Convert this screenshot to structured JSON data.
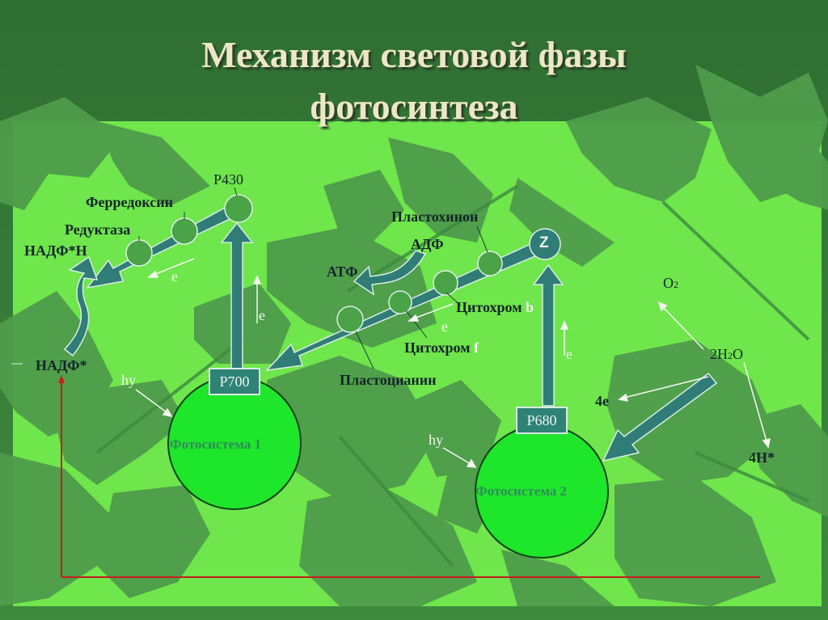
{
  "title": {
    "line1": "Механизм световой фазы",
    "line2": "фотосинтеза"
  },
  "labels": {
    "p430": "P430",
    "ferredoxin": "Ферредоксин",
    "reductase": "Редуктаза",
    "nadph": "НАДФ*Н",
    "nadp": "НАДФ*",
    "plastoquinone": "Пластохинон",
    "adp": "АДФ",
    "atp": "АТФ",
    "z": "Z",
    "o2_base": "O",
    "o2_sub": "2",
    "cytochrome_b_main": "Цитохром",
    "cytochrome_b_letter": "b",
    "cytochrome_f_main": "Цитохром",
    "cytochrome_f_letter": "f",
    "plastocyanin": "Пластоцианин",
    "h2o_pre": "2H",
    "h2o_sub": "2",
    "h2o_post": "O",
    "four_e": "4e",
    "four_h": "4H*",
    "hv1": "hy",
    "hv2": "hy",
    "e1": "e",
    "e2": "e",
    "e3": "e",
    "e4": "e"
  },
  "boxes": {
    "p700": "P700",
    "p680": "P680"
  },
  "photosystems": {
    "ps1": "Фотосистема 1",
    "ps2": "Фотосистема 2"
  },
  "colors": {
    "background": "#6ee64a",
    "leaf": "#4d9a4b",
    "arrow": "#2f7d76",
    "photosystem": "#1ee62a",
    "axis": "#c81e1e"
  }
}
